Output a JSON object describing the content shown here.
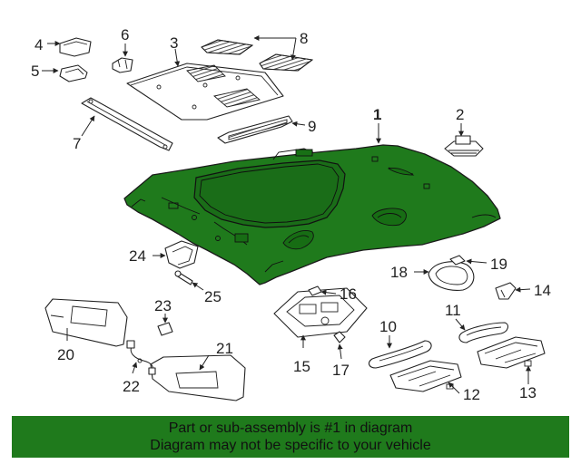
{
  "diagram": {
    "highlight_color": "#1f7a1c",
    "highlighted_part": "1",
    "callouts": [
      "1",
      "2",
      "3",
      "4",
      "5",
      "6",
      "7",
      "8",
      "9",
      "10",
      "11",
      "12",
      "13",
      "14",
      "15",
      "16",
      "17",
      "18",
      "19",
      "20",
      "21",
      "22",
      "23",
      "24",
      "25"
    ]
  },
  "banner": {
    "line1": "Part or sub-assembly is #1 in diagram",
    "line2": "Diagram may not be specific to your vehicle",
    "background": "#1f7a1c"
  }
}
